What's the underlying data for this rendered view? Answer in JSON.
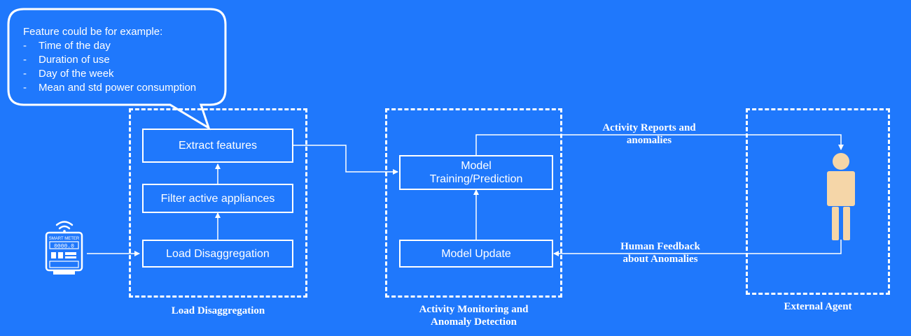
{
  "colors": {
    "background": "#1f78fc",
    "foreground": "#ffffff",
    "person": "#f5d6a8"
  },
  "callout": {
    "intro": "Feature could be for example:",
    "items": [
      "Time of the day",
      "Duration of use",
      "Day of the week",
      "Mean and std power consumption"
    ],
    "bullet": "-"
  },
  "groups": {
    "load": {
      "label": "Load Disaggregation"
    },
    "activity": {
      "label_line1": "Activity Monitoring and",
      "label_line2": "Anomaly Detection"
    },
    "external": {
      "label": "External Agent"
    }
  },
  "nodes": {
    "extract": "Extract features",
    "filter": "Filter active appliances",
    "disaggregation": "Load Disaggregation",
    "model_line1": "Model",
    "model_line2": "Training/Prediction",
    "update": "Model Update"
  },
  "edges": {
    "reports_line1": "Activity Reports and",
    "reports_line2": "anomalies",
    "feedback_line1": "Human Feedback",
    "feedback_line2": "about Anomalies"
  },
  "meter": {
    "label": "SMART METER",
    "reading": "0000.0",
    "icons": [
      "wifi-icon",
      "smart-meter-icon",
      "person-icon"
    ]
  }
}
